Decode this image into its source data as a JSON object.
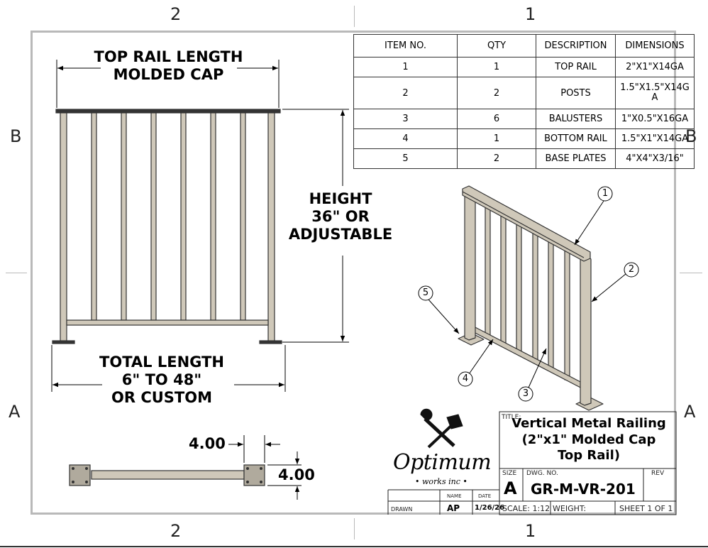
{
  "zones": {
    "top_left": "2",
    "top_right": "1",
    "left_top": "B",
    "left_bottom": "A",
    "right_top": "B",
    "right_bottom": "A",
    "bottom_left": "2",
    "bottom_right": "1"
  },
  "front_view": {
    "top_rail_line1": "TOP RAIL LENGTH",
    "top_rail_line2": "MOLDED CAP",
    "height_line1": "HEIGHT",
    "height_line2": "36\" OR",
    "height_line3": "ADJUSTABLE",
    "total_line1": "TOTAL LENGTH",
    "total_line2": "6\" TO 48\"",
    "total_line3": "OR CUSTOM"
  },
  "plan_view": {
    "dim_width": "4.00",
    "dim_height": "4.00"
  },
  "bom": {
    "headers": [
      "ITEM NO.",
      "QTY",
      "DESCRIPTION",
      "DIMENSIONS"
    ],
    "rows": [
      [
        "1",
        "1",
        "TOP RAIL",
        "2\"X1\"X14GA"
      ],
      [
        "2",
        "2",
        "POSTS",
        "1.5\"X1.5\"X14GA"
      ],
      [
        "3",
        "6",
        "BALUSTERS",
        "1\"X0.5\"X16GA"
      ],
      [
        "4",
        "1",
        "BOTTOM RAIL",
        "1.5\"X1\"X14GA"
      ],
      [
        "5",
        "2",
        "BASE PLATES",
        "4\"X4\"X3/16\""
      ]
    ]
  },
  "balloons": [
    "1",
    "2",
    "3",
    "4",
    "5"
  ],
  "logo": {
    "name": "Optimum",
    "tagline": "• works inc •"
  },
  "title_block": {
    "name_label": "NAME",
    "date_label": "DATE",
    "drawn_label": "DRAWN",
    "drawn_name": "AP",
    "drawn_date": "1/26/26",
    "title_label": "TITLE:",
    "title_line1": "Vertical Metal Railing",
    "title_line2": "(2\"x1\" Molded Cap",
    "title_line3": "Top Rail)",
    "size_label": "SIZE",
    "size_value": "A",
    "dwg_label": "DWG.  NO.",
    "dwg_value": "GR-M-VR-201",
    "rev_label": "REV",
    "scale": "SCALE: 1:12",
    "weight": "WEIGHT:",
    "sheet": "SHEET 1 OF 1"
  },
  "colors": {
    "metal": "#cfc8b9",
    "line": "#333333",
    "border": "#b9b9b9"
  }
}
